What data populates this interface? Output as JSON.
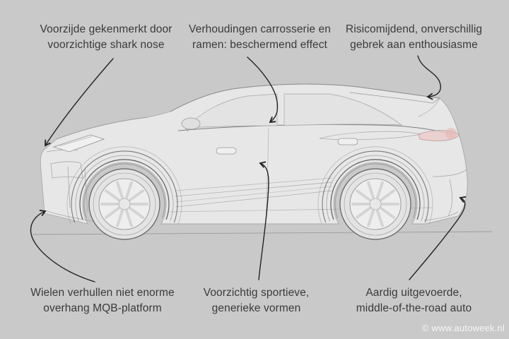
{
  "canvas": {
    "background_color": "#c9c9c9",
    "text_color": "#3a3a3a",
    "arrow_color": "#222222",
    "sketch_alt": "zijaanzicht lijntekening van een coupe-SUV"
  },
  "annotations": [
    {
      "id": "front-nose",
      "lines": [
        "Voorzijde gekenmerkt door",
        "voorzichtige shark nose"
      ]
    },
    {
      "id": "body-glass-ratio",
      "lines": [
        "Verhoudingen carrosserie en",
        "ramen: beschermend effect"
      ]
    },
    {
      "id": "risk-averse",
      "lines": [
        "Risicomijdend, onverschillig",
        "gebrek aan enthousiasme"
      ]
    },
    {
      "id": "wheels-overhang",
      "lines": [
        "Wielen verhullen niet enorme",
        "overhang MQB-platform"
      ]
    },
    {
      "id": "sporty-generic",
      "lines": [
        "Voorzichtig sportieve,",
        "generieke vormen"
      ]
    },
    {
      "id": "middle-of-road",
      "lines": [
        "Aardig uitgevoerde,",
        "middle-of-the-road auto"
      ]
    }
  ],
  "watermark": "© www.autoweek.nl"
}
